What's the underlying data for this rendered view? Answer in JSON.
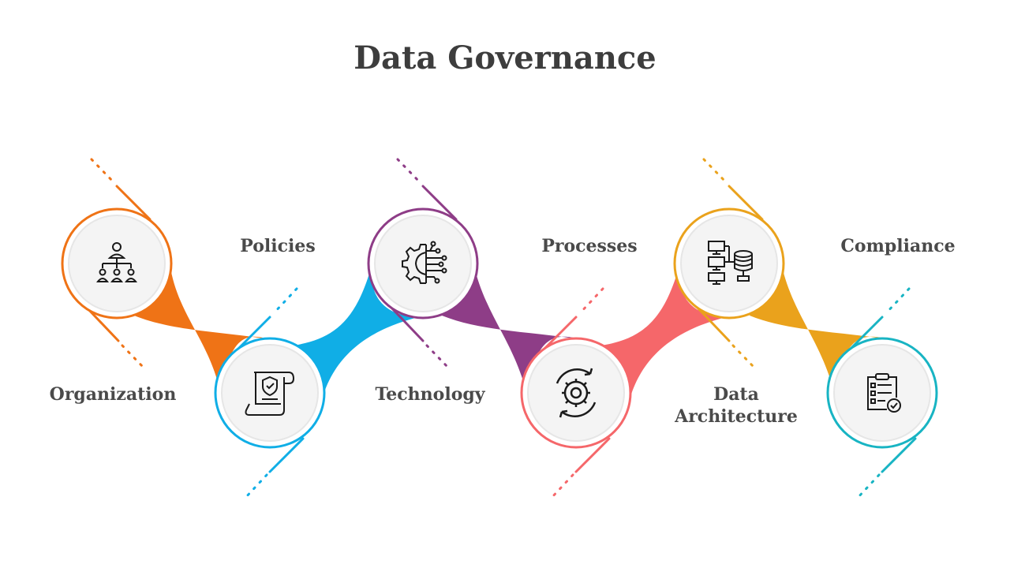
{
  "title": "Data Governance",
  "steps": [
    {
      "label": "Organization",
      "color": "#ef7316",
      "icon": "org-chart-icon"
    },
    {
      "label": "Policies",
      "color": "#10aee6",
      "icon": "policy-document-icon"
    },
    {
      "label": "Technology",
      "color": "#8e3d87",
      "icon": "circuit-gear-icon"
    },
    {
      "label": "Processes",
      "color": "#f5676a",
      "icon": "gear-cycle-icon"
    },
    {
      "label": "Data\nArchitecture",
      "color": "#eaa21c",
      "icon": "server-network-icon"
    },
    {
      "label": "Compliance",
      "color": "#18b4c3",
      "icon": "checklist-icon"
    }
  ]
}
